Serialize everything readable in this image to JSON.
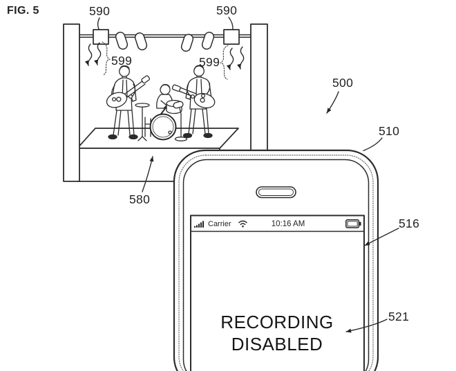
{
  "figure_label": "FIG. 5",
  "labels": {
    "emitter_left": "590",
    "emitter_right": "590",
    "waves_left": "599",
    "waves_right": "599",
    "stage": "580",
    "environment": "500",
    "device": "510",
    "device_edge": "516",
    "screen_message_ref": "521"
  },
  "phone": {
    "status_bar": {
      "carrier": "Carrier",
      "time": "10:16 AM",
      "icons": {
        "signal": "signal-bars-icon",
        "wifi": "wifi-icon",
        "battery": "battery-icon"
      }
    },
    "screen_message": "RECORDING DISABLED"
  },
  "colors": {
    "line": "#2b2b2b",
    "background": "#ffffff"
  }
}
